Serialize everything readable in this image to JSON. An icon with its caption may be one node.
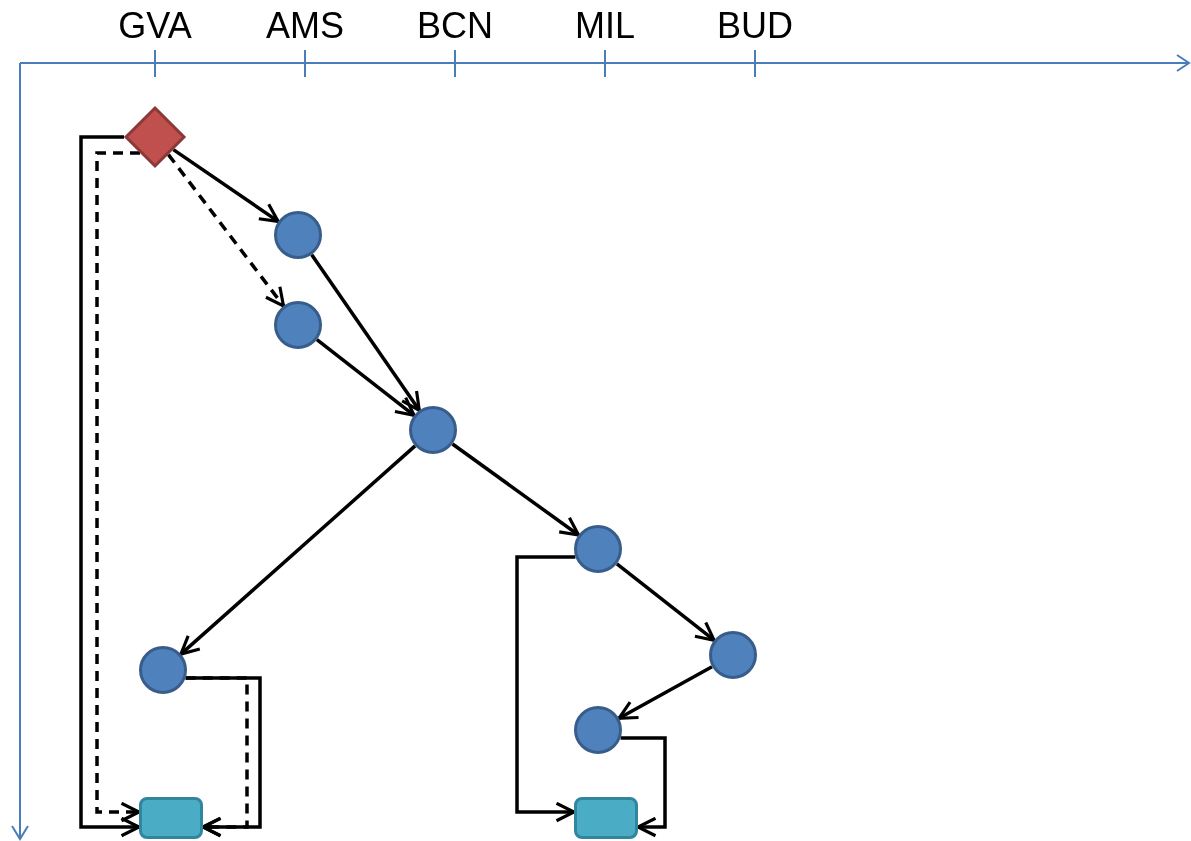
{
  "diagram": {
    "nodes": [
      {
        "text": [],
        "shape": "diamond"
      },
      {
        "text": [],
        "shape": "circle"
      },
      {
        "text": [],
        "shape": "circle"
      },
      {
        "text": [],
        "shape": "circle"
      },
      {
        "text": [],
        "shape": "circle"
      },
      {
        "text": [],
        "shape": "circle"
      },
      {
        "text": [],
        "shape": "circle"
      },
      {
        "text": [],
        "shape": "circle"
      },
      {
        "text": [],
        "shape": "box"
      },
      {
        "text": [],
        "shape": "box"
      }
    ],
    "edges": [
      {
        "from": 0,
        "to": 1,
        "arrow": "to"
      },
      {
        "from": 0,
        "to": 2,
        "arrow": "to",
        "style": "dashed"
      },
      {
        "from": 1,
        "to": 3,
        "arrow": "to"
      },
      {
        "from": 2,
        "to": 3,
        "arrow": "to"
      },
      {
        "from": 3,
        "to": 6,
        "arrow": "to"
      },
      {
        "from": 3,
        "to": 4,
        "arrow": "to"
      },
      {
        "from": 4,
        "to": 5,
        "arrow": "to"
      },
      {
        "from": 5,
        "to": 7,
        "arrow": "to"
      },
      {
        "from": 0,
        "to": 8,
        "arrow": "to"
      },
      {
        "from": 0,
        "to": 8,
        "arrow": "to",
        "style": "dashed"
      },
      {
        "from": 6,
        "to": 8,
        "arrow": "to"
      },
      {
        "from": 6,
        "to": 8,
        "arrow": "to",
        "style": "dashed"
      },
      {
        "from": 4,
        "to": 9,
        "arrow": "to"
      },
      {
        "from": 7,
        "to": 9,
        "arrow": "to"
      }
    ],
    "labels": [
      "GVA",
      "AMS",
      "BCN",
      "MIL",
      "BUD"
    ]
  }
}
